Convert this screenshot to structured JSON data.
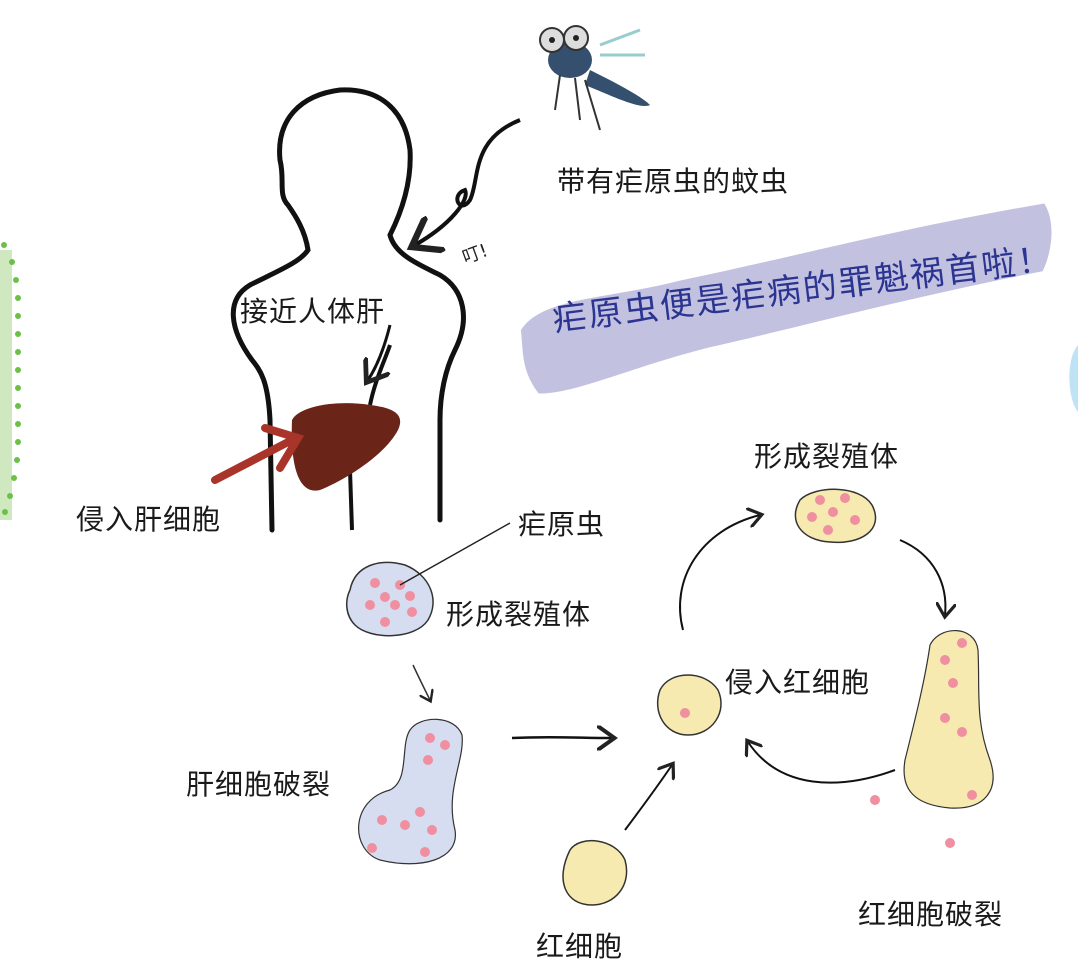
{
  "labels": {
    "mosquito": "带有疟原虫的蚊虫",
    "bite": "叮!",
    "approach_liver": "接近人体肝",
    "invade_liver": "侵入肝细胞",
    "parasite": "疟原虫",
    "schizont_liver": "形成裂殖体",
    "liver_rupture": "肝细胞破裂",
    "schizont_rbc": "形成裂殖体",
    "invade_rbc": "侵入红细胞",
    "rbc": "红细胞",
    "rbc_rupture": "红细胞破裂"
  },
  "banner": "疟原虫便是疟病的罪魁祸首啦！",
  "colors": {
    "banner_bg": "#c3c1e0",
    "banner_text": "#2b3591",
    "liver": "#6b2418",
    "arrow_red": "#a8342a",
    "cell_blue": "#d6ddf0",
    "cell_yellow": "#f7eab0",
    "dot_pink": "#ef8fa0",
    "dots_green": "#6cc04a"
  }
}
